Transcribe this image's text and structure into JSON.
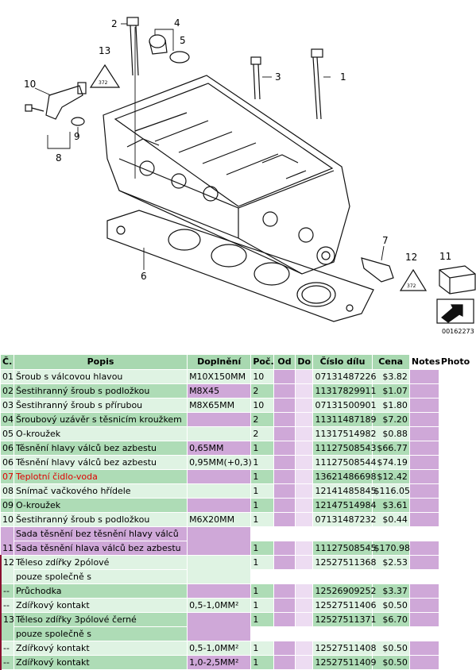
{
  "diagram": {
    "callouts": [
      "1",
      "2",
      "3",
      "4",
      "5",
      "6",
      "7",
      "8",
      "9",
      "10",
      "11",
      "12",
      "13"
    ],
    "ref_code": "00162273",
    "sticker_text": "372"
  },
  "table": {
    "headers": [
      "Č.",
      "Popis",
      "Doplnění",
      "Poč.",
      "Od",
      "Do",
      "Číslo dílu",
      "Cena",
      "Notes",
      "Photo"
    ],
    "rows": [
      {
        "no": "01",
        "desc": "Šroub s válcovou hlavou",
        "extra": "M10X150MM",
        "qty": "10",
        "part": "07131487226",
        "price": "$3.82"
      },
      {
        "no": "02",
        "desc": "Šestihranný šroub s podložkou",
        "extra": "M8X45",
        "qty": "2",
        "part": "11317829911",
        "price": "$1.07"
      },
      {
        "no": "03",
        "desc": "Šestihranný šroub s přírubou",
        "extra": "M8X65MM",
        "qty": "10",
        "part": "07131500901",
        "price": "$1.80"
      },
      {
        "no": "04",
        "desc": "Šroubový uzávěr s těsnicím kroužkem",
        "extra": "",
        "qty": "2",
        "part": "11311487189",
        "price": "$7.20"
      },
      {
        "no": "05",
        "desc": "O-kroužek",
        "extra": "",
        "qty": "2",
        "part": "11317514982",
        "price": "$0.88"
      },
      {
        "no": "06",
        "desc": "Těsnění hlavy válců bez azbestu",
        "extra": "0,65MM",
        "qty": "1",
        "part": "11127508543",
        "price": "$66.77"
      },
      {
        "no": "06",
        "desc": "Těsnění hlavy válců bez azbestu",
        "extra": "0,95MM(+0,3)",
        "qty": "1",
        "part": "11127508544",
        "price": "$74.19"
      },
      {
        "no": "07",
        "desc": "Teplotní čidlo-voda",
        "extra": "",
        "qty": "1",
        "part": "13621486698",
        "price": "$12.42"
      },
      {
        "no": "08",
        "desc": "Snímač vačkového hřídele",
        "extra": "",
        "qty": "1",
        "part": "12141485845",
        "price": "$116.05"
      },
      {
        "no": "09",
        "desc": "O-kroužek",
        "extra": "",
        "qty": "1",
        "part": "12147514984",
        "price": "$3.61"
      },
      {
        "no": "10",
        "desc": "Šestihranný šroub s podložkou",
        "extra": "M6X20MM",
        "qty": "1",
        "part": "07131487232",
        "price": "$0.44"
      },
      {
        "no": "11",
        "desc1": "Sada těsnění bez těsnění hlavy válců",
        "desc": "Sada těsnění hlava válců bez azbestu",
        "extra": "",
        "qty": "1",
        "part": "11127508545",
        "price": "$170.98"
      },
      {
        "no": "12",
        "desc": "Těleso zdířky 2pólové",
        "desc2": "pouze společně s",
        "extra": "",
        "qty": "1",
        "part": "12527511368",
        "price": "$2.53"
      },
      {
        "no": "--",
        "desc": "Průchodka",
        "extra": "",
        "qty": "1",
        "part": "12526909252",
        "price": "$3.37"
      },
      {
        "no": "--",
        "desc": "Zdířkový kontakt",
        "extra": "0,5-1,0MM²",
        "qty": "1",
        "part": "12527511406",
        "price": "$0.50"
      },
      {
        "no": "13",
        "desc": "Těleso zdířky 3pólové černé",
        "desc2": "pouze společně s",
        "extra": "",
        "qty": "1",
        "part": "12527511371",
        "price": "$6.70"
      },
      {
        "no": "--",
        "desc": "Zdířkový kontakt",
        "extra": "0,5-1,0MM²",
        "qty": "1",
        "part": "12527511408",
        "price": "$0.50"
      },
      {
        "no": "--",
        "desc": "Zdířkový kontakt",
        "extra": "1,0-2,5MM²",
        "qty": "1",
        "part": "12527511409",
        "price": "$0.50"
      }
    ]
  }
}
